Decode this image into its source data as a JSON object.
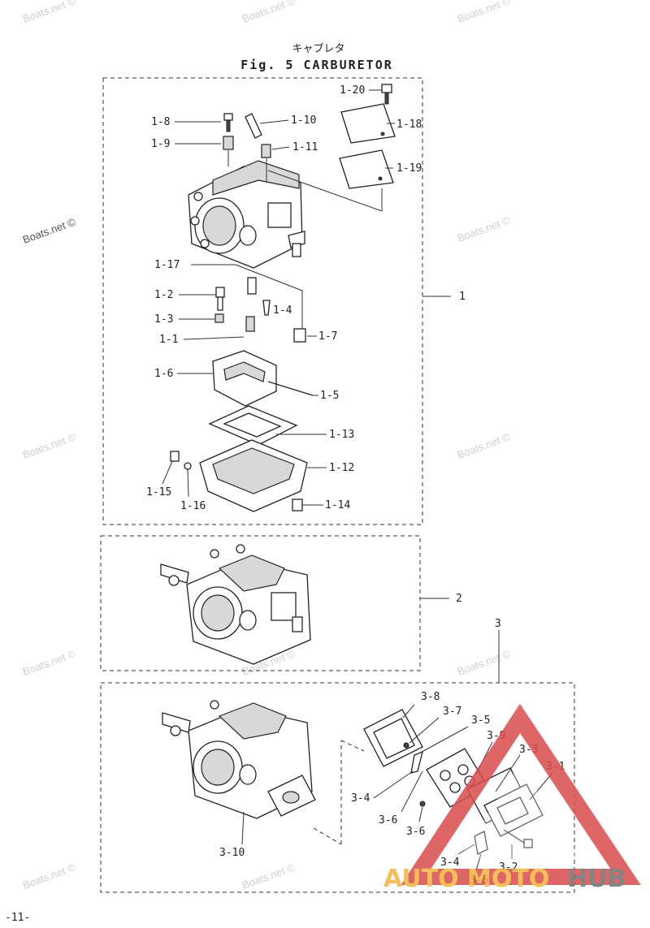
{
  "title": {
    "japanese": "キャブレタ",
    "english": "Fig. 5  CARBURETOR"
  },
  "page_number": "-11-",
  "watermark_text": "Boats.net ©",
  "logo": {
    "part1": "AUTO",
    "part2": "MOTO",
    "part3": "HUB"
  },
  "colors": {
    "logo_red": "#d94c4c",
    "logo_orange": "#f3b33d",
    "logo_gray": "#6e6e6e",
    "line": "#222222"
  },
  "group_labels": {
    "g1": "1",
    "g2": "2",
    "g3": "3"
  },
  "callouts": {
    "c1_1": "1-1",
    "c1_2": "1-2",
    "c1_3": "1-3",
    "c1_4": "1-4",
    "c1_5": "1-5",
    "c1_6": "1-6",
    "c1_7": "1-7",
    "c1_8": "1-8",
    "c1_9": "1-9",
    "c1_10": "1-10",
    "c1_11": "1-11",
    "c1_12": "1-12",
    "c1_13": "1-13",
    "c1_14": "1-14",
    "c1_15": "1-15",
    "c1_16": "1-16",
    "c1_17": "1-17",
    "c1_18": "1-18",
    "c1_19": "1-19",
    "c1_20": "1-20",
    "c3_1": "3-1",
    "c3_2": "3-2",
    "c3_3": "3-3",
    "c3_4a": "3-4",
    "c3_4b": "3-4",
    "c3_5a": "3-5",
    "c3_5b": "3-5",
    "c3_6a": "3-6",
    "c3_6b": "3-6",
    "c3_7": "3-7",
    "c3_8": "3-8",
    "c3_9": "3-9",
    "c3_10": "3-10"
  }
}
